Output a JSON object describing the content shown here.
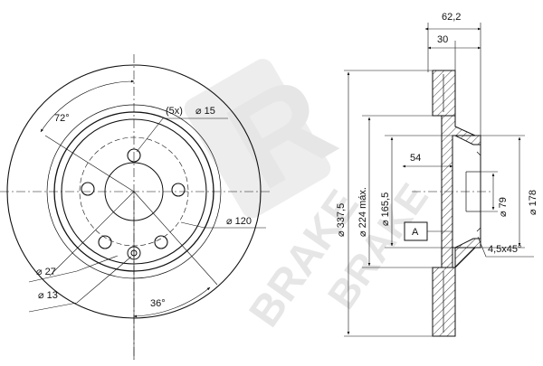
{
  "watermark": {
    "logo_text": "R",
    "brand_text": "BRAKE"
  },
  "front_view": {
    "hole_count_label": "(5x)",
    "hole_diameter_label": "⌀ 15",
    "pcd_label": "⌀ 120",
    "center_bore_label": "⌀ 27",
    "pin_label": "⌀ 13",
    "angle_72_label": "72°",
    "angle_36_label": "36°"
  },
  "section_view": {
    "total_height_label": "62,2",
    "hat_height_label": "30",
    "outer_diameter_label": "⌀ 337,5",
    "max_diameter_label": "⌀ 224 máx.",
    "hat_diameter_label": "⌀ 165,5",
    "hub_depth_label": "54",
    "bore_diameter_label": "⌀ 79",
    "hub_diameter_label": "⌀ 178",
    "datum_label": "A",
    "chamfer_label": "4,5x45°"
  }
}
